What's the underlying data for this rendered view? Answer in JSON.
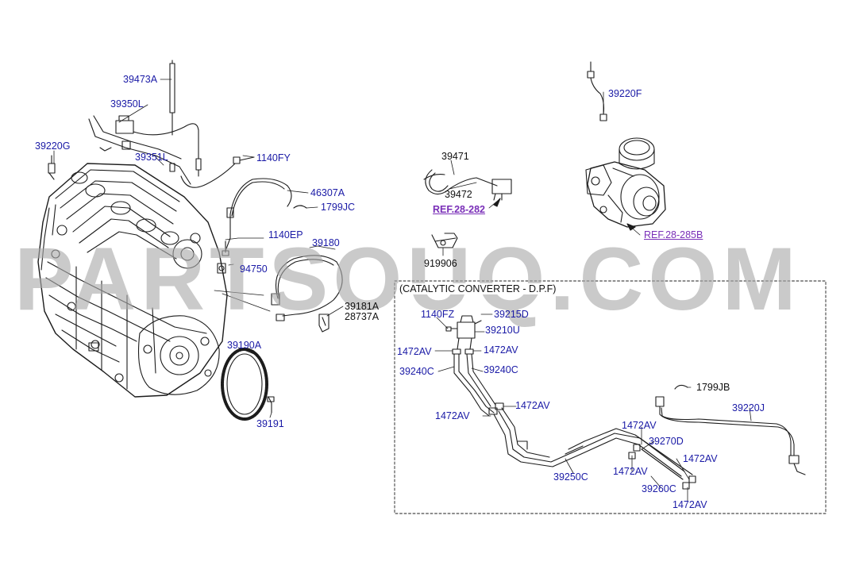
{
  "watermark": "PARTSOUQ.COM",
  "detail_box": {
    "title": "(CATALYTIC CONVERTER - D.P.F)"
  },
  "colors": {
    "part_label": "#1a1aa6",
    "reference_label": "#7a2fb8",
    "drawing_line": "#1c1c1c",
    "watermark": "#aaaaaa"
  },
  "labels": {
    "l01": "39473A",
    "l02": "39350L",
    "l03": "39220G",
    "l04": "39351L",
    "l05": "1140FY",
    "l06": "46307A",
    "l07": "1799JC",
    "l08": "1140EP",
    "l09": "39180",
    "l10": "94750",
    "l11": "39181A",
    "l12": "28737A",
    "l13": "39190A",
    "l14": "39191",
    "l15": "39471",
    "l16": "39472",
    "l17": "REF.28-282",
    "l18": "919906",
    "l19": "39220F",
    "l20": "REF.28-285B",
    "l21": "1140FZ",
    "l22": "39215D",
    "l23": "39210U",
    "l24": "1472AV",
    "l25": "1472AV",
    "l26": "39240C",
    "l27": "39240C",
    "l28": "1799JB",
    "l29": "1472AV",
    "l30": "1472AV",
    "l31": "39220J",
    "l32": "1472AV",
    "l33": "39270D",
    "l34": "1472AV",
    "l35": "1472AV",
    "l36": "39250C",
    "l37": "39260C",
    "l38": "1472AV"
  }
}
